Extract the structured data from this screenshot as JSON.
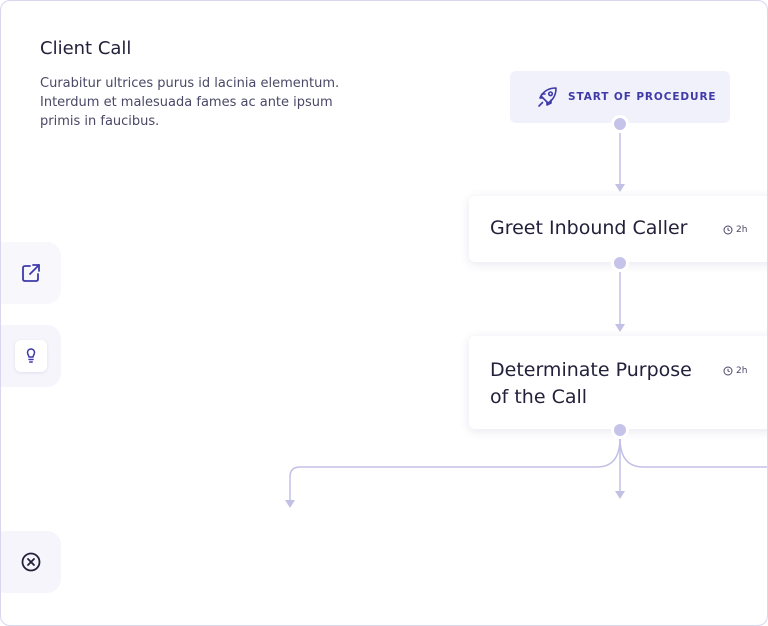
{
  "header": {
    "title": "Client Call",
    "description": "Curabitur ultrices purus id lacinia elementum. Interdum et malesuada fames ac ante ipsum primis in faucibus."
  },
  "sidebar": {
    "open_icon": "external-link-icon",
    "hint_icon": "lightbulb-icon",
    "close_icon": "close-circle-icon"
  },
  "flow": {
    "start_label": "START OF PROCEDURE",
    "start_icon": "rocket-icon",
    "steps": [
      {
        "title": "Greet Inbound Caller",
        "duration": "2h"
      },
      {
        "title": "Determinate Purpose of the Call",
        "duration": "2h"
      }
    ]
  },
  "colors": {
    "accent": "#3f3aa8",
    "connector": "#c3c0e6",
    "node": "#c6c3ea",
    "panel": "#f5f5fb"
  }
}
